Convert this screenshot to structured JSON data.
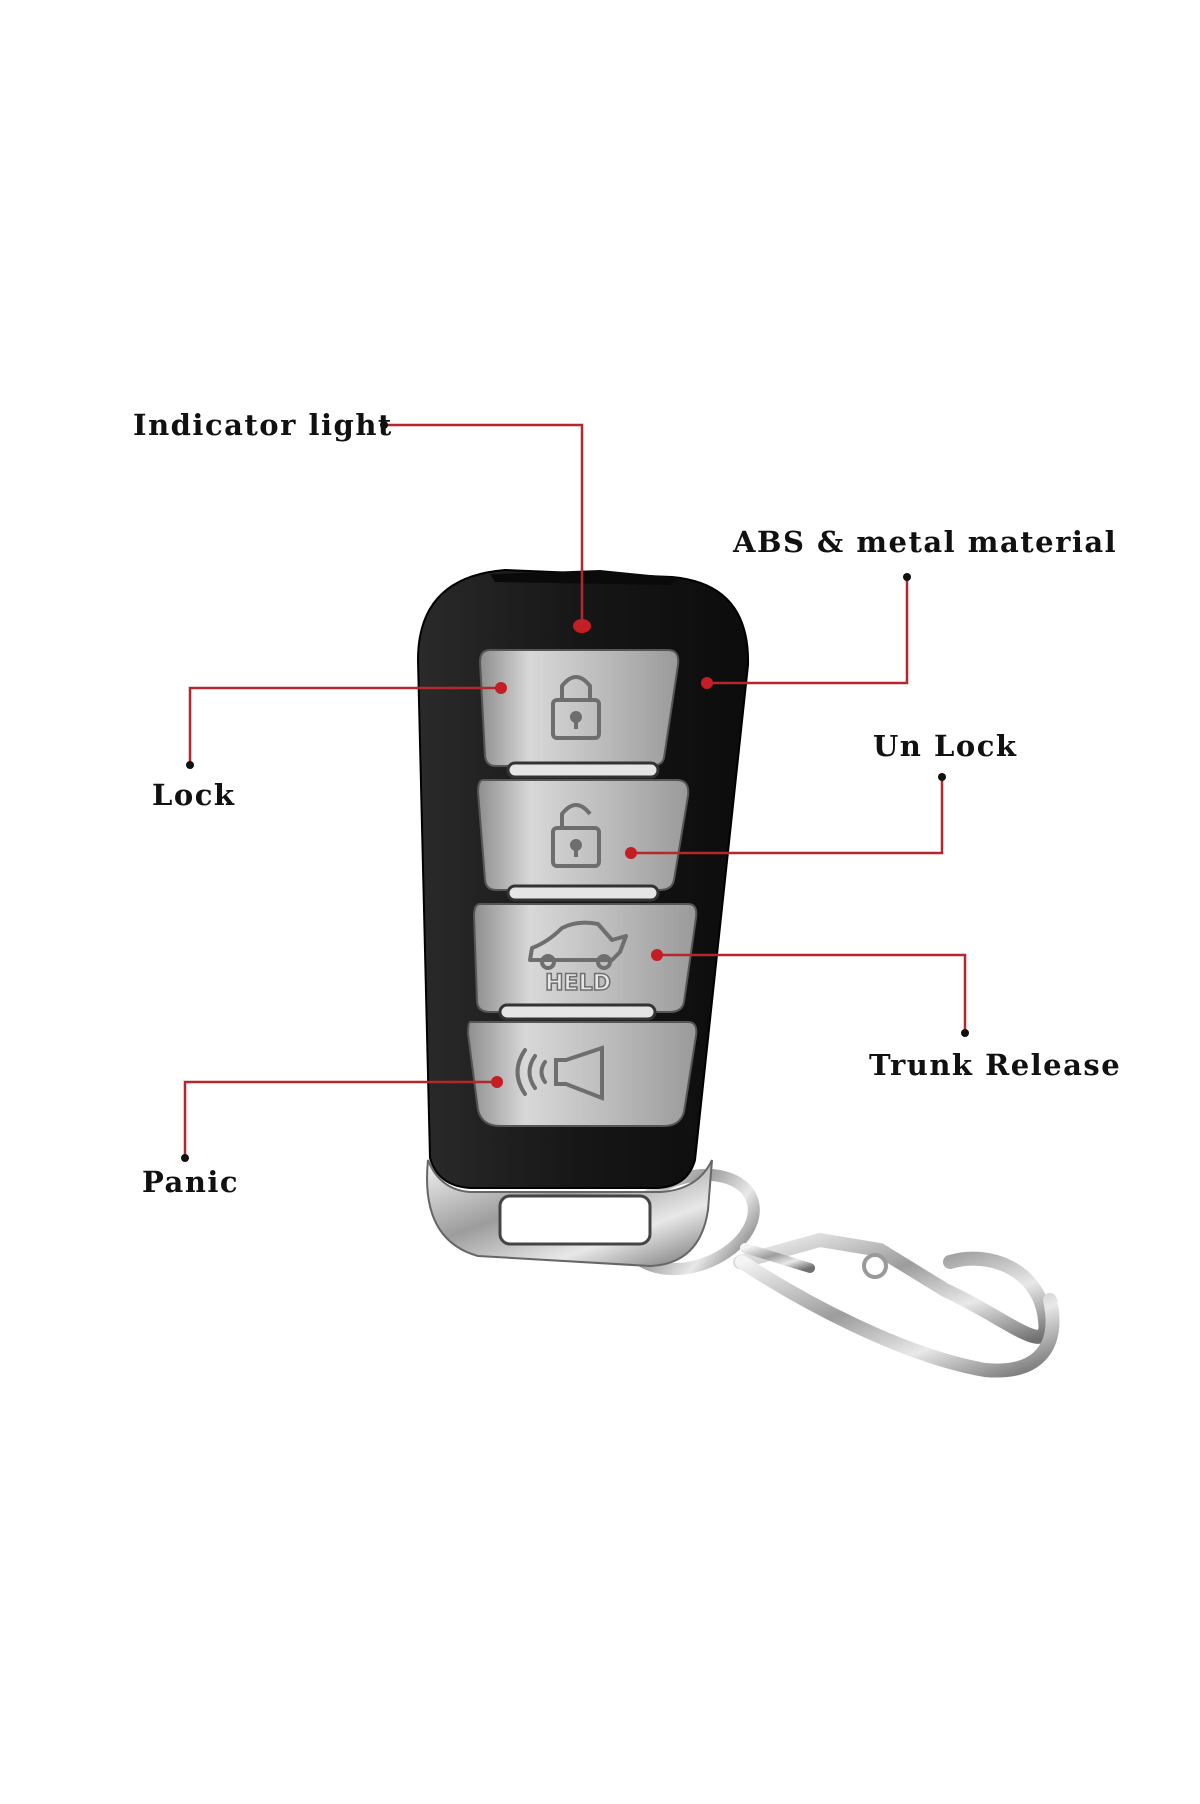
{
  "colors": {
    "leader_line": "#b3272d",
    "leader_dot": "#c41e24",
    "endpoint": "#111111",
    "housing": "#1b1b1b",
    "button_metal": "#c9c9c9",
    "chrome": "#dcdcdc"
  },
  "labels": {
    "indicator_light": "Indicator light",
    "material": "ABS & metal material",
    "lock": "Lock",
    "unlock": "Un Lock",
    "trunk_release": "Trunk Release",
    "panic": "Panic"
  },
  "icons": {
    "lock_button": "padlock-closed-icon",
    "unlock_button": "padlock-open-icon",
    "trunk_button": "car-trunk-icon",
    "panic_button": "horn-icon"
  },
  "trunk_icon_text": "HELD"
}
